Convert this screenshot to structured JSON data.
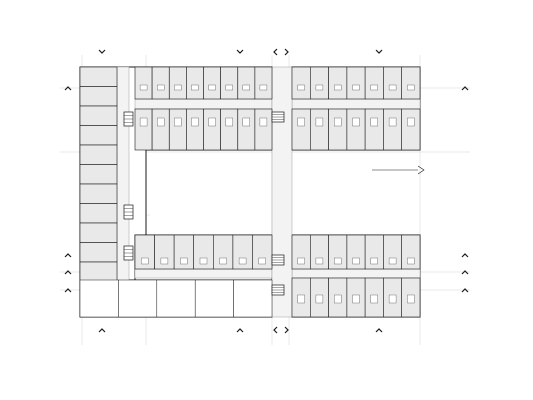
{
  "drawing": {
    "kind": "architectural-floor-plan",
    "plan_shape": "C-shaped courtyard block",
    "line_color": "#1a1a1a",
    "fill_color": "#e9e9e9",
    "grid_color": "#c8c8c8",
    "background": "#ffffff"
  },
  "wings": [
    {
      "name": "north-wing-west"
    },
    {
      "name": "north-wing-east"
    },
    {
      "name": "west-wing"
    },
    {
      "name": "south-wing-west"
    },
    {
      "name": "south-wing-east"
    },
    {
      "name": "south-service-block"
    }
  ],
  "icons": {
    "section_marker": "section-arrow-icon",
    "stair": "stair-icon",
    "north_arrow": "north-arrow-icon"
  }
}
